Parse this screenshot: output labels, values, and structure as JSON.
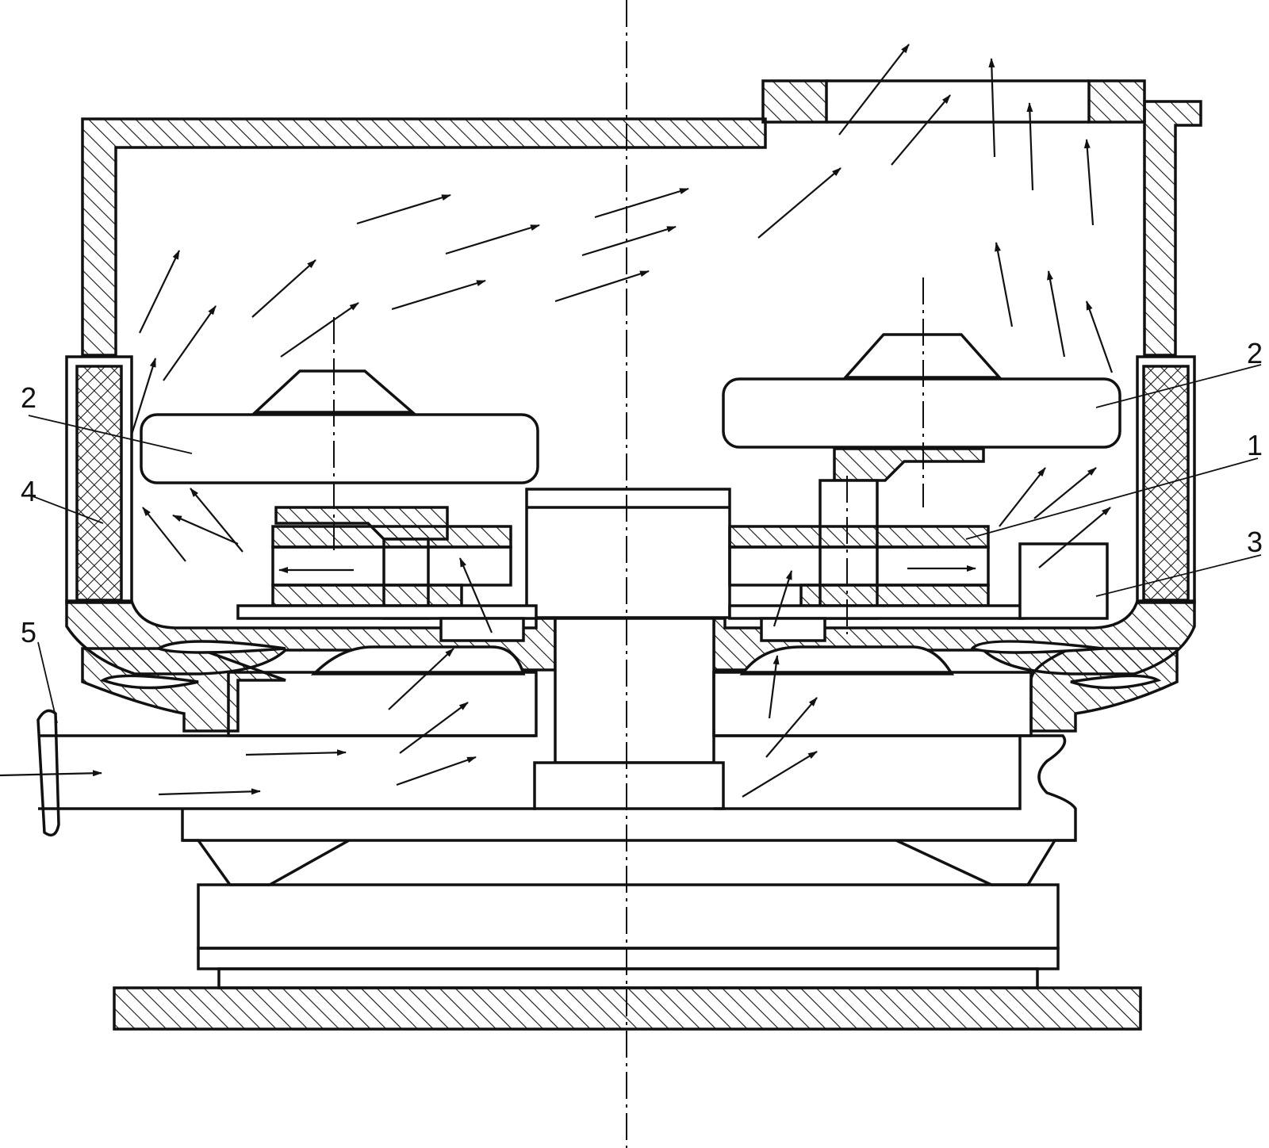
{
  "labels": {
    "part_1": "1",
    "part_2": "2",
    "part_3": "3",
    "part_4": "4",
    "part_5": "5"
  },
  "colors": {
    "line": "#111111",
    "background": "#ffffff"
  },
  "icons": {
    "flow_arrow": "arrow-icon"
  }
}
